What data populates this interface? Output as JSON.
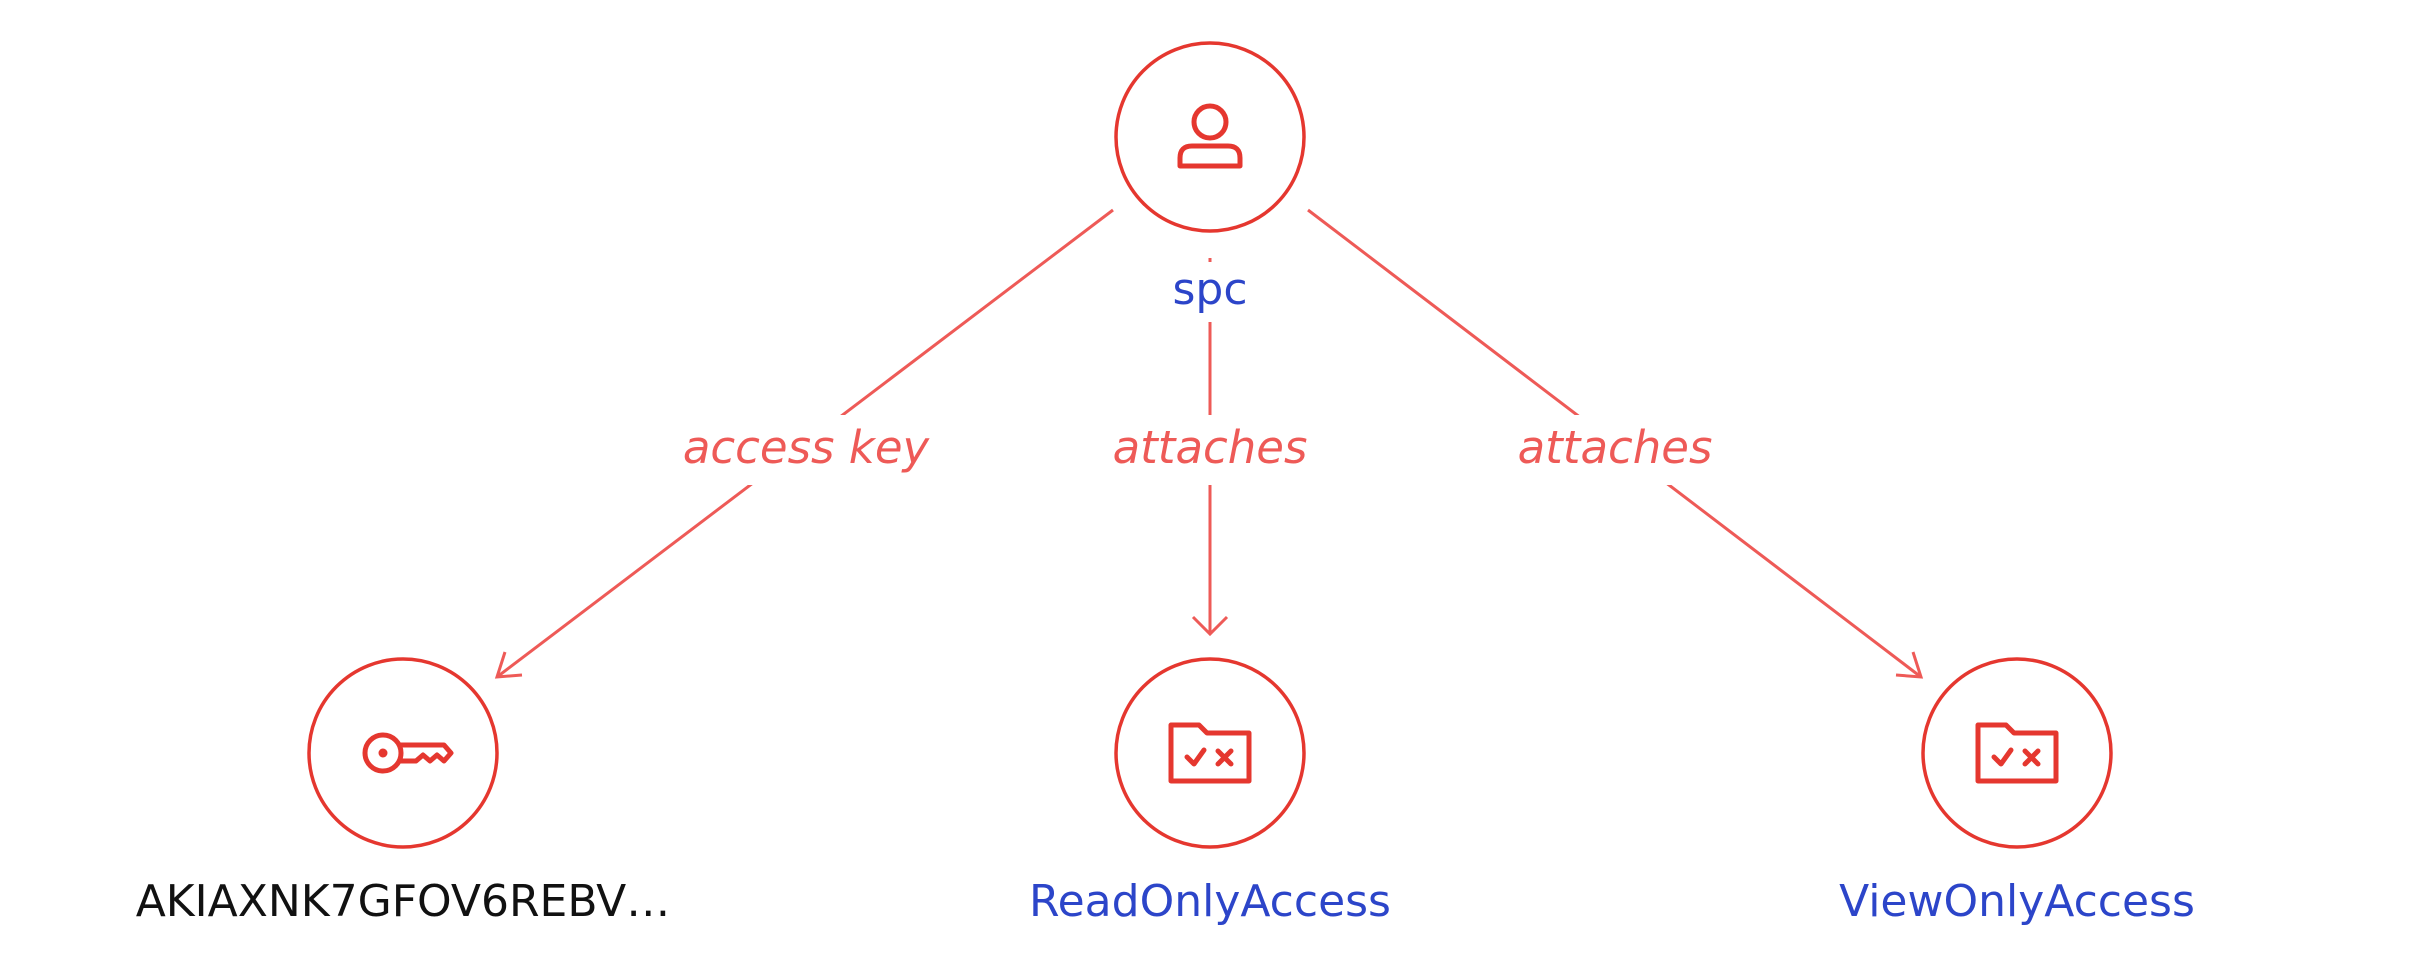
{
  "colors": {
    "node_stroke": "#e5372f",
    "edge": "#ee5a57",
    "entity_link": "#2c45c9",
    "plain_text": "#111111",
    "background": "#ffffff"
  },
  "nodes": {
    "user": {
      "label": "spc",
      "icon": "user-icon"
    },
    "access_key": {
      "label": "AKIAXNK7GFOV6REBV…",
      "icon": "key-icon"
    },
    "policy_read": {
      "label": "ReadOnlyAccess",
      "icon": "policy-folder-icon"
    },
    "policy_view": {
      "label": "ViewOnlyAccess",
      "icon": "policy-folder-icon"
    }
  },
  "edges": {
    "user_to_key": {
      "label": "access key"
    },
    "user_to_read": {
      "label": "attaches"
    },
    "user_to_view": {
      "label": "attaches"
    }
  }
}
